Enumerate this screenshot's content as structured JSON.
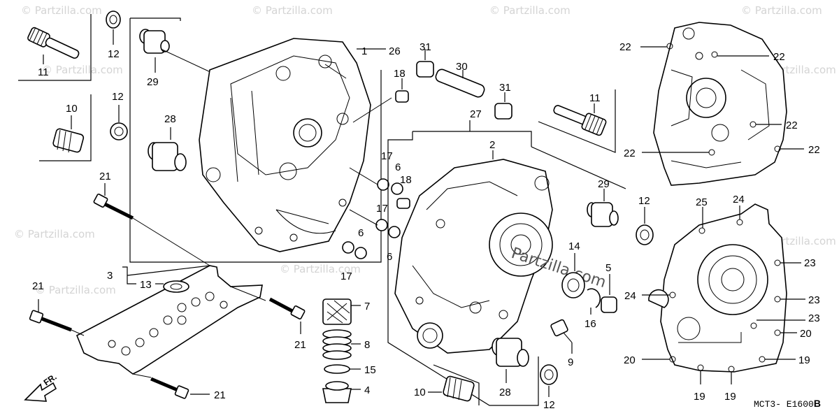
{
  "watermark": "© Partzilla.com",
  "center_watermark": "Partzilla.com",
  "diagram_code": "MCT3- E1600",
  "diagram_code_suffix": "B",
  "front_marker": "FR.",
  "labels": {
    "p1": "1",
    "p2": "2",
    "p3": "3",
    "p4": "4",
    "p5": "5",
    "p6a": "6",
    "p6b": "6",
    "p6c": "6",
    "p7": "7",
    "p8": "8",
    "p9": "9",
    "p10a": "10",
    "p10b": "10",
    "p11a": "11",
    "p11b": "11",
    "p12a": "12",
    "p12b": "12",
    "p12c": "12",
    "p12d": "12",
    "p13": "13",
    "p14": "14",
    "p15": "15",
    "p16": "16",
    "p17a": "17",
    "p17b": "17",
    "p17c": "17",
    "p18a": "18",
    "p18b": "18",
    "p19a": "19",
    "p19b": "19",
    "p19c": "19",
    "p20a": "20",
    "p20b": "20",
    "p21a": "21",
    "p21b": "21",
    "p21c": "21",
    "p21d": "21",
    "p22a": "22",
    "p22b": "22",
    "p22c": "22",
    "p22d": "22",
    "p22e": "22",
    "p23a": "23",
    "p23b": "23",
    "p23c": "23",
    "p24a": "24",
    "p24b": "24",
    "p25": "25",
    "p26": "26",
    "p27": "27",
    "p28a": "28",
    "p28b": "28",
    "p29a": "29",
    "p29b": "29",
    "p30": "30",
    "p31a": "31",
    "p31b": "31"
  }
}
